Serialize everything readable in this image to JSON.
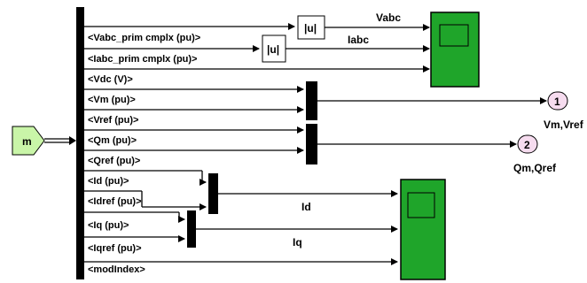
{
  "source_block": {
    "label": "m"
  },
  "selector_signals": [
    "<Vabc_prim cmplx (pu)>",
    "<Iabc_prim cmplx (pu)>",
    "<Vdc (V)>",
    "<Vm (pu)>",
    "<Vref (pu)>",
    "<Qm (pu)>",
    "<Qref (pu)>",
    "<Id (pu)>",
    "<Idref (pu)>",
    "<Iq (pu)>",
    "<Iqref (pu)>",
    "<modIndex>"
  ],
  "abs_blocks": [
    "|u|",
    "|u|"
  ],
  "signal_labels": {
    "vabc": "Vabc",
    "iabc": "Iabc",
    "id": "Id",
    "iq": "Iq"
  },
  "outports": [
    {
      "number": "1",
      "name": "Vm,Vref"
    },
    {
      "number": "2",
      "name": "Qm,Qref"
    }
  ],
  "colors": {
    "scope": "#1fa52a",
    "outport": "#f6dcef",
    "from_block": "#c9f5a8"
  }
}
